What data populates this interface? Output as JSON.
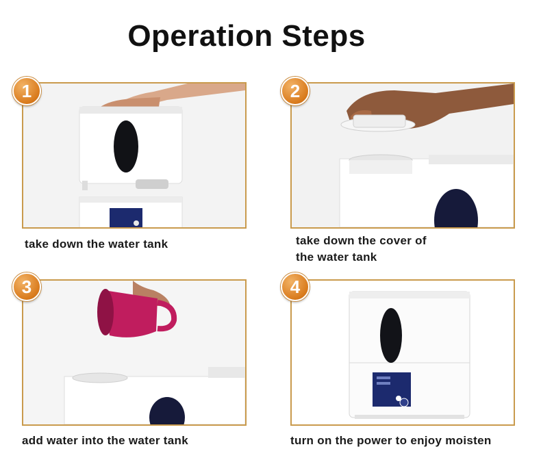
{
  "title": "Operation Steps",
  "steps": [
    {
      "number": "1",
      "caption_line1": "take down the water tank",
      "caption_line2": ""
    },
    {
      "number": "2",
      "caption_line1": "take down the cover of",
      "caption_line2": "the water tank"
    },
    {
      "number": "3",
      "caption_line1": "add water into the water tank",
      "caption_line2": ""
    },
    {
      "number": "4",
      "caption_line1": "turn on the power to enjoy moisten",
      "caption_line2": ""
    }
  ],
  "colors": {
    "frame_border": "#c99a4c",
    "badge": "#d97b1d",
    "panel_dark": "#1c2a6e",
    "cup": "#c01d5e"
  }
}
